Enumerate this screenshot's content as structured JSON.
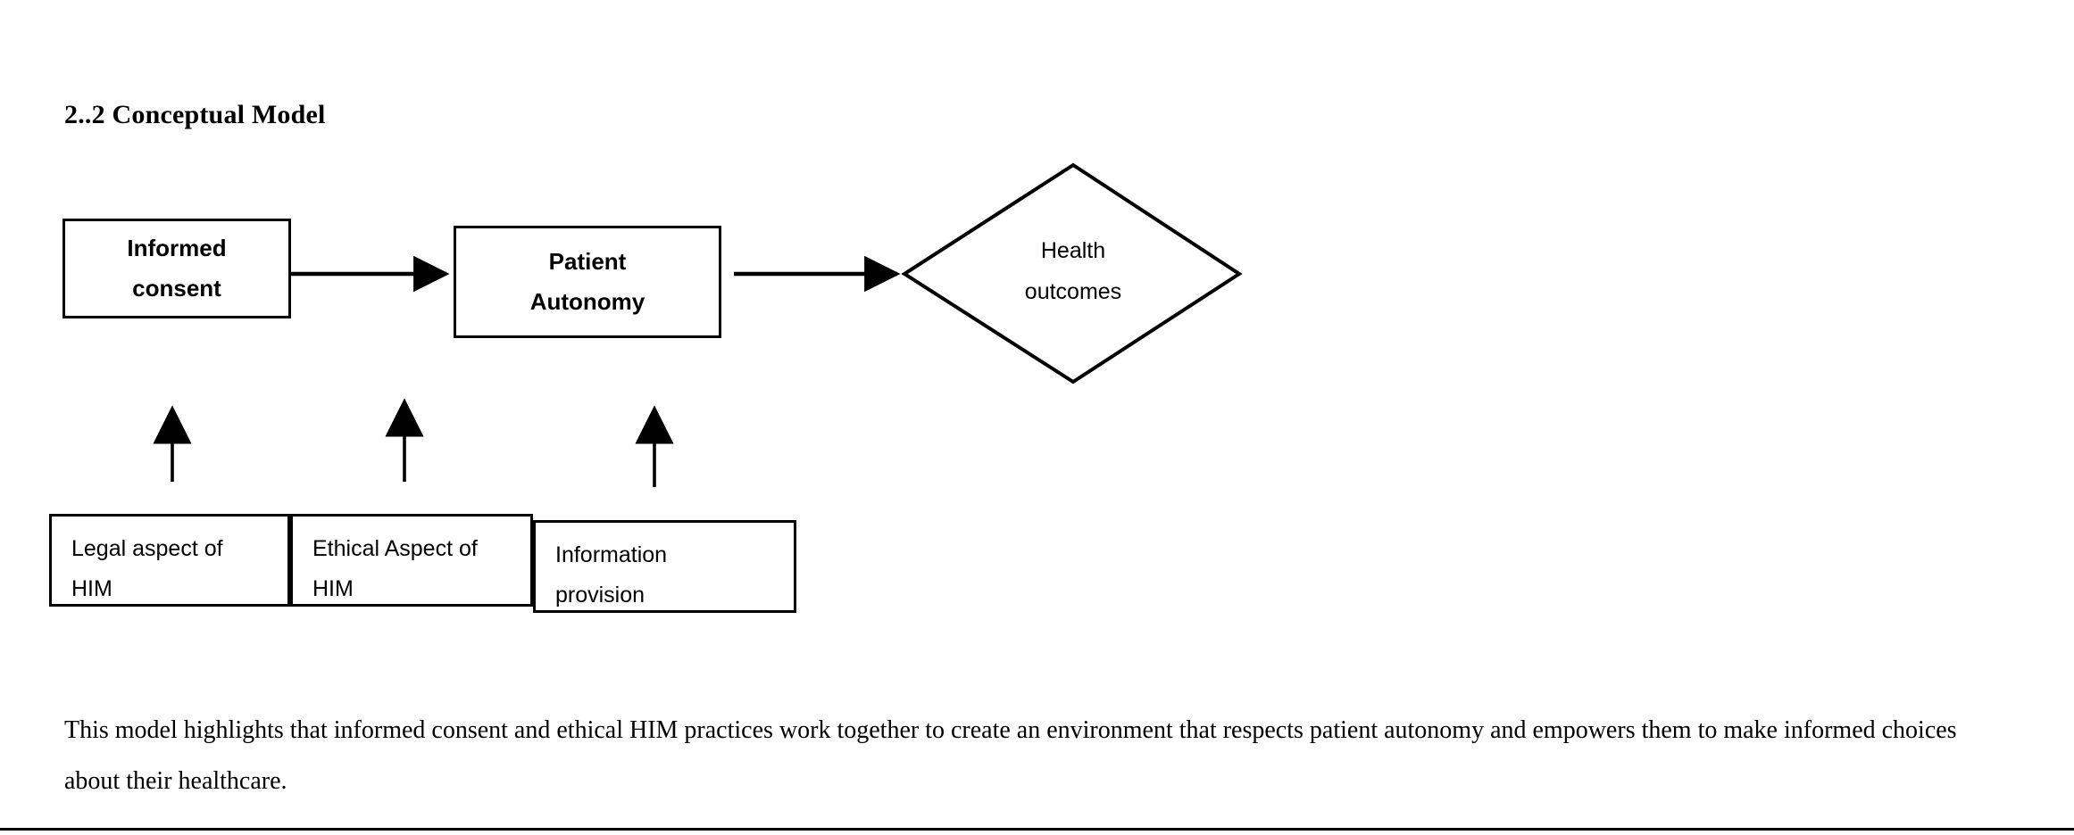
{
  "document": {
    "heading": "2..2 Conceptual Model",
    "paragraph": "This model highlights that informed consent and ethical HIM practices work together to create an environment that respects patient autonomy and empowers them to make informed choices about their healthcare."
  },
  "diagram": {
    "title": "Conceptual Model flowchart",
    "stroke_color": "#000000",
    "fill_color": "#ffffff",
    "nodes": [
      {
        "id": "informed-consent",
        "shape": "rectangle",
        "lines": [
          "Informed",
          "consent"
        ],
        "bold": true
      },
      {
        "id": "patient-autonomy",
        "shape": "rectangle",
        "lines": [
          "Patient",
          "Autonomy"
        ],
        "bold": true
      },
      {
        "id": "health-outcomes",
        "shape": "diamond",
        "lines": [
          "Health",
          "outcomes"
        ],
        "bold": false
      },
      {
        "id": "legal-aspect",
        "shape": "rectangle",
        "lines": [
          "Legal aspect of",
          "HIM"
        ],
        "bold": false
      },
      {
        "id": "ethical-aspect",
        "shape": "rectangle",
        "lines": [
          "Ethical Aspect of",
          "HIM"
        ],
        "bold": false
      },
      {
        "id": "information-provision",
        "shape": "rectangle",
        "lines": [
          "Information",
          "provision"
        ],
        "bold": false
      }
    ],
    "edges": [
      {
        "id": "edge-consent-to-autonomy",
        "from": "informed-consent",
        "to": "patient-autonomy",
        "direction": "right"
      },
      {
        "id": "edge-autonomy-to-outcomes",
        "from": "patient-autonomy",
        "to": "health-outcomes",
        "direction": "right"
      },
      {
        "id": "edge-legal-up",
        "from": "legal-aspect",
        "to": "informed-consent",
        "direction": "up"
      },
      {
        "id": "edge-ethical-up",
        "from": "ethical-aspect",
        "to": "patient-autonomy",
        "direction": "up"
      },
      {
        "id": "edge-information-up",
        "from": "information-provision",
        "to": "patient-autonomy",
        "direction": "up"
      }
    ]
  }
}
